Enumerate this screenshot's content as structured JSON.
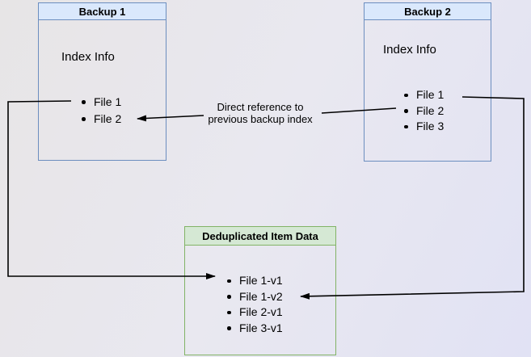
{
  "diagram": {
    "backup1": {
      "title": "Backup 1",
      "index_label": "Index Info",
      "files": [
        "File 1",
        "File 2"
      ]
    },
    "backup2": {
      "title": "Backup 2",
      "index_label": "Index Info",
      "files": [
        "File 1",
        "File 2",
        "File 3"
      ]
    },
    "dedup": {
      "title": "Deduplicated Item Data",
      "files": [
        "File 1-v1",
        "File 1-v2",
        "File 2-v1",
        "File 3-v1"
      ]
    },
    "annotation": {
      "line1": "Direct reference to",
      "line2": "previous backup index"
    },
    "colors": {
      "backup_border": "#6c8ebf",
      "backup_header_fill": "#dae8fc",
      "dedup_border": "#82b366",
      "dedup_header_fill": "#d5e8d4",
      "arrow": "#000000",
      "text": "#000000"
    }
  }
}
